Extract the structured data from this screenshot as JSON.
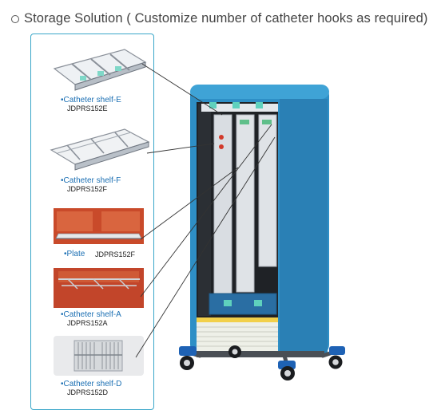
{
  "header": {
    "title": "Storage Solution ( Customize number of catheter hooks as required)"
  },
  "items": [
    {
      "label": "Catheter shelf-E",
      "code": "JDPRS152E"
    },
    {
      "label": "Catheter shelf-F",
      "code": "JDPRS152F"
    },
    {
      "label": "Plate",
      "code": "JDPRS152F"
    },
    {
      "label": "Catheter shelf-A",
      "code": "JDPRS152A"
    },
    {
      "label": "Catheter shelf-D",
      "code": "JDPRS152D"
    }
  ],
  "colors": {
    "cabinet_blue": "#2e8fc6",
    "panel_border": "#3aa7c9",
    "label_blue": "#1b6fb3",
    "red_interior": "#c94a2a"
  }
}
